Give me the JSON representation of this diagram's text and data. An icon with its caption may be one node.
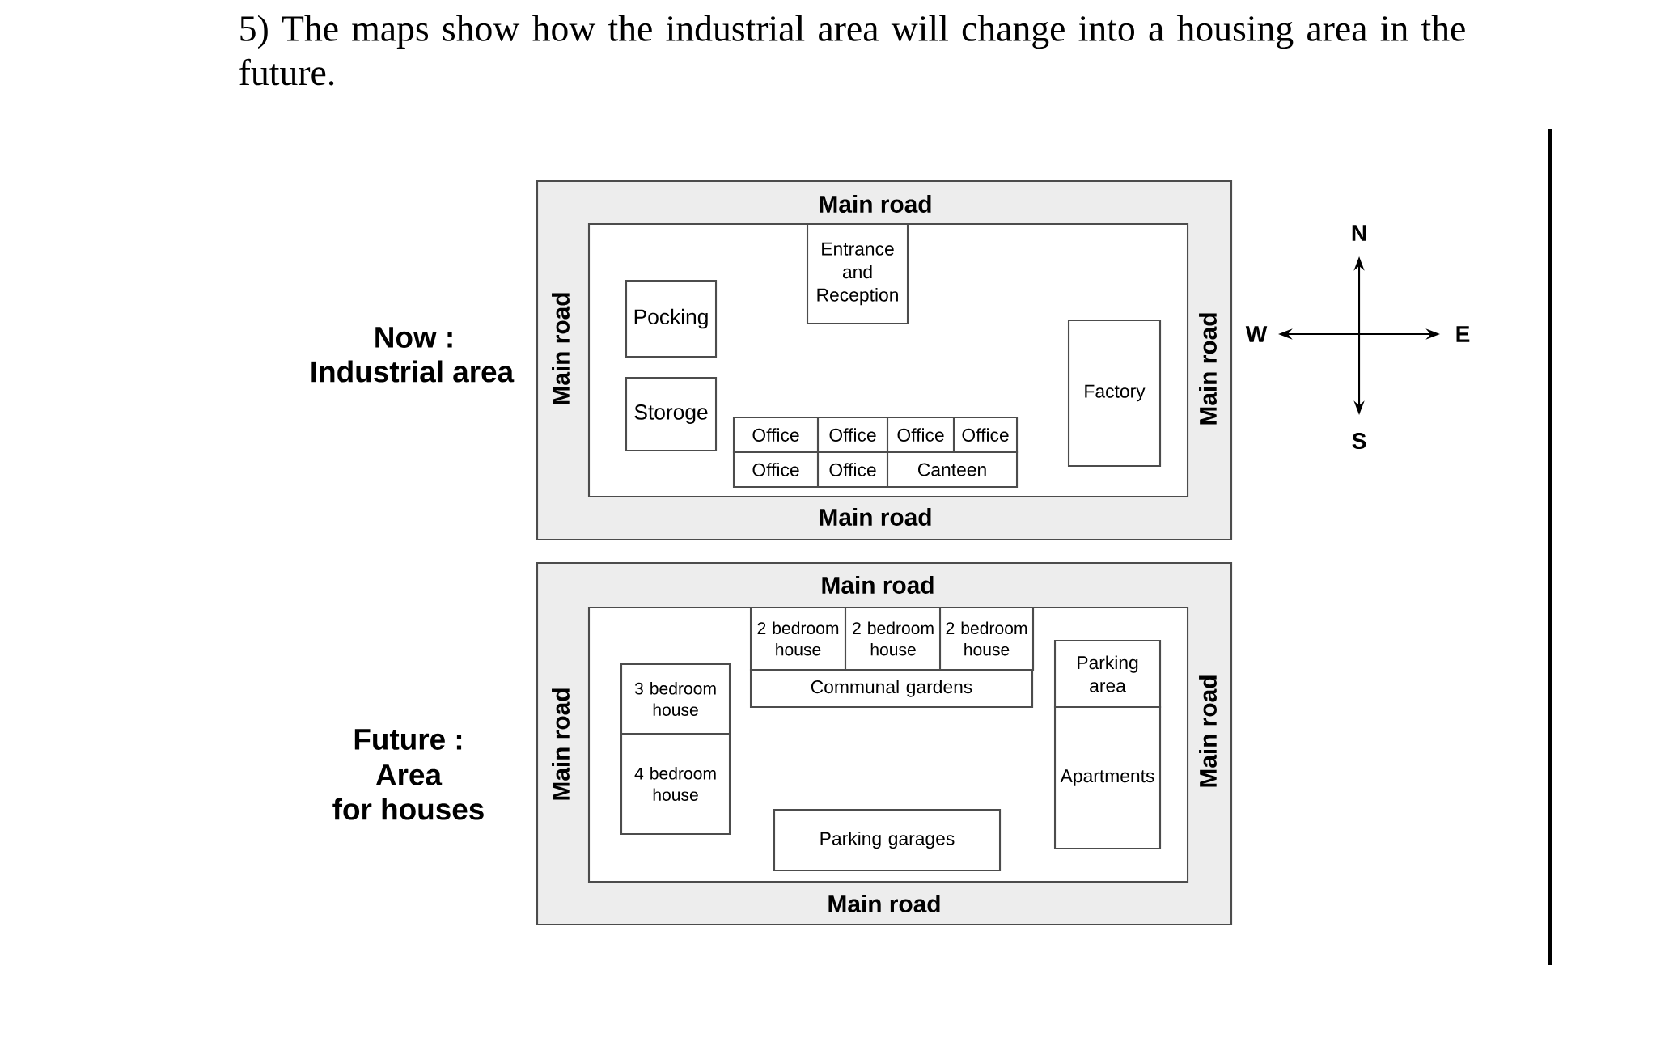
{
  "diagram": {
    "title": "5) The maps show how the industrial area will change into a housing area in the future.",
    "nodes": [
      {
        "text": [
          "Main road",
          "Main road",
          "Main road",
          "Main road"
        ]
      },
      {
        "text": [],
        "shape": "box",
        "in": 0
      },
      {
        "text": [
          "Entrance and Reception"
        ],
        "in": 1
      },
      {
        "text": [
          "Pocking"
        ],
        "in": 1
      },
      {
        "text": [
          "Storoge"
        ],
        "in": 1
      },
      {
        "text": [
          "Factory"
        ],
        "in": 1
      },
      {
        "text": [
          "Office"
        ],
        "in": 1
      },
      {
        "text": [
          "Office"
        ],
        "in": 1
      },
      {
        "text": [
          "Office"
        ],
        "in": 1
      },
      {
        "text": [
          "Office"
        ],
        "in": 1
      },
      {
        "text": [
          "Office"
        ],
        "in": 1
      },
      {
        "text": [
          "Office"
        ],
        "in": 1
      },
      {
        "text": [
          "Canteen"
        ],
        "in": 1
      },
      {
        "text": [
          "Main road",
          "Main road",
          "Main road",
          "Main road"
        ]
      },
      {
        "text": [],
        "shape": "box",
        "in": 13
      },
      {
        "text": [
          "2 bedroom house"
        ],
        "in": 14
      },
      {
        "text": [
          "2 bedroom house"
        ],
        "in": 14
      },
      {
        "text": [
          "2 bedroom house"
        ],
        "in": 14
      },
      {
        "text": [
          "Communal gardens"
        ],
        "in": 14
      },
      {
        "text": [
          "3 bedroom house"
        ],
        "in": 14
      },
      {
        "text": [
          "Parking area"
        ],
        "in": 14
      },
      {
        "text": [
          "4 bedroom house"
        ],
        "in": 14
      },
      {
        "text": [
          "Apartments"
        ],
        "in": 14
      },
      {
        "text": [
          "Parking garages"
        ],
        "in": 14
      }
    ],
    "labels": [
      "Now :",
      "Industrial area",
      "Future :",
      "Area",
      "for houses",
      "N",
      "W",
      "E",
      "S"
    ]
  }
}
